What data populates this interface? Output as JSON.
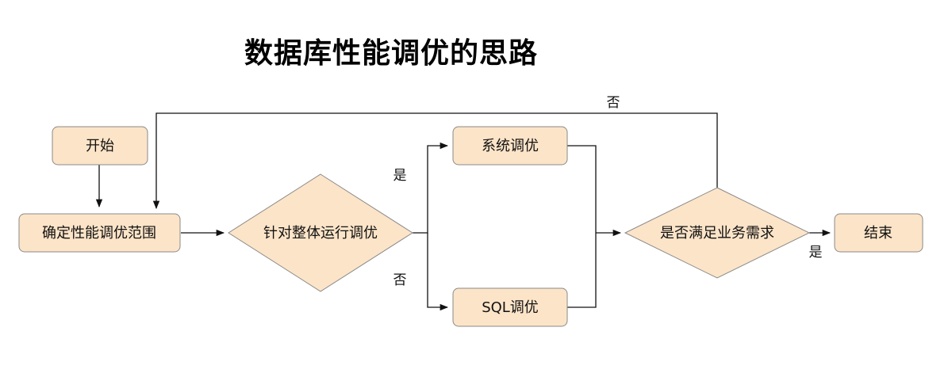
{
  "title": "数据库性能调优的思路",
  "colors": {
    "node_fill": "#fce4c8",
    "node_border": "#8a8a8a",
    "line": "#111111",
    "text": "#111111"
  },
  "nodes": {
    "start": {
      "label": "开始",
      "shape": "rounded-rect"
    },
    "scope": {
      "label": "确定性能调优范围",
      "shape": "rounded-rect"
    },
    "overall": {
      "label": "针对整体运行调优",
      "shape": "diamond"
    },
    "system": {
      "label": "系统调优",
      "shape": "rounded-rect"
    },
    "sql": {
      "label": "SQL调优",
      "shape": "rounded-rect"
    },
    "check": {
      "label": "是否满足业务需求",
      "shape": "diamond"
    },
    "end": {
      "label": "结束",
      "shape": "rounded-rect"
    }
  },
  "edges": {
    "start_scope": {
      "from": "start",
      "to": "scope",
      "label": ""
    },
    "scope_overall": {
      "from": "scope",
      "to": "overall",
      "label": ""
    },
    "overall_system": {
      "from": "overall",
      "to": "system",
      "label": "是"
    },
    "overall_sql": {
      "from": "overall",
      "to": "sql",
      "label": "否"
    },
    "system_check": {
      "from": "system",
      "to": "check",
      "label": ""
    },
    "sql_check": {
      "from": "sql",
      "to": "check",
      "label": ""
    },
    "check_end": {
      "from": "check",
      "to": "end",
      "label": "是"
    },
    "check_scope": {
      "from": "check",
      "to": "scope",
      "label": "否"
    }
  }
}
